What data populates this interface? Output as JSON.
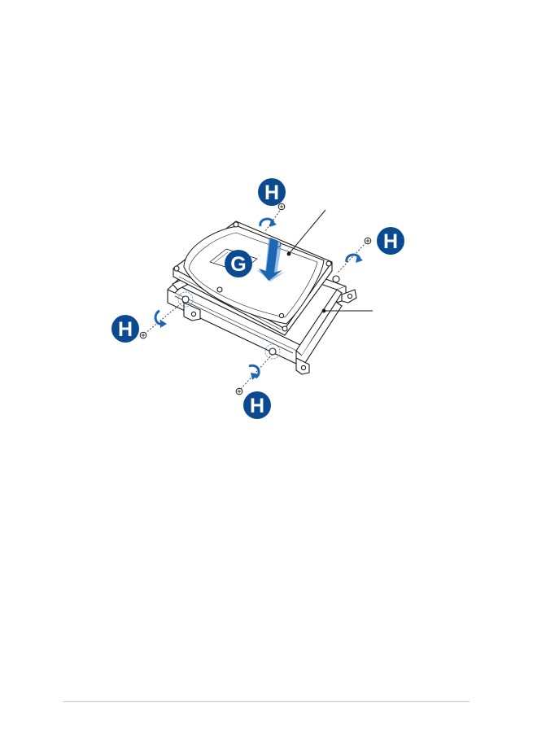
{
  "figure": {
    "badges": [
      {
        "id": "H",
        "label": "H"
      },
      {
        "id": "G",
        "label": "G"
      }
    ],
    "colors": {
      "badge": "#0b4a91",
      "arrow": "#1e66b4",
      "arrow_light": "#4a90d9",
      "line": "#1a1a1a",
      "rule": "#c8c8c8"
    },
    "icons": [
      "screw-icon",
      "rotate-arrow-icon",
      "insert-arrow-icon"
    ]
  }
}
